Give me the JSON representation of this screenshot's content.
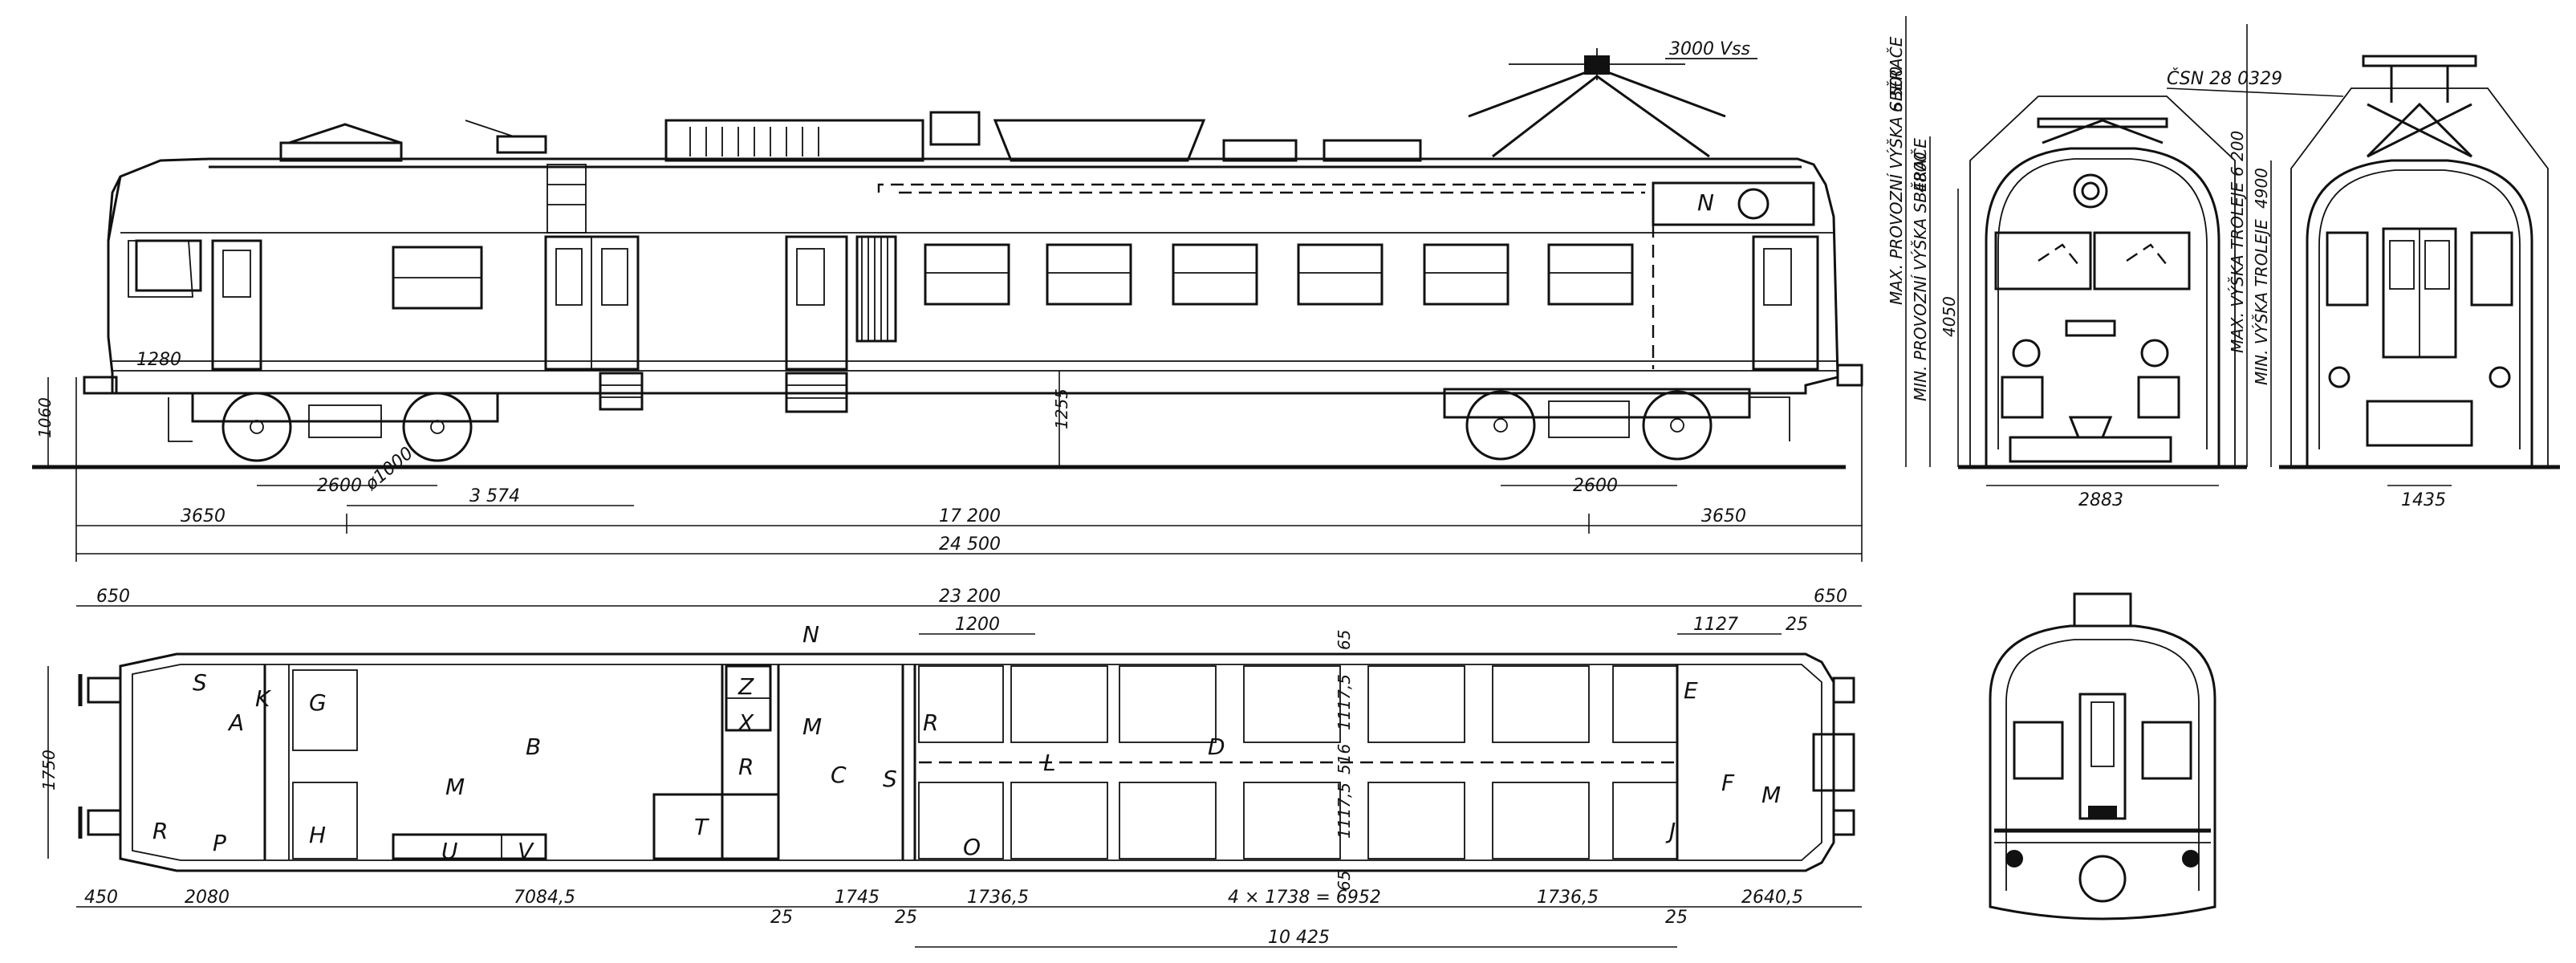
{
  "voltage": "3000 Vss",
  "marking": "N",
  "side_view": {
    "dims": {
      "wheelbase_left": "2600",
      "wheelbase_right": "2600",
      "wheel_dia": "ø1000",
      "offset": "3 574",
      "overhang_left": "3650",
      "overhang_right": "3650",
      "bogie_centres": "17 200",
      "total_length": "24 500",
      "floor_height": "1255",
      "buffer_height": "1060",
      "coupler_height": "1280"
    }
  },
  "front_view": {
    "label_csn": "ČSN 28 0329",
    "label_max_work": "MAX. PROVOZNÍ VÝŠKA SBĚRAČE",
    "label_min_work": "MIN. PROVOZNÍ VÝŠKA SBĚRAČE",
    "dim_6500": "6 500",
    "dim_4800": "4800",
    "dim_4050": "4050",
    "width": "2883"
  },
  "rear_view": {
    "label_max_trolley": "MAX. VÝŠKA TROLEJE",
    "label_min_trolley": "MIN. VÝŠKA TROLEJE",
    "dim_6200": "6 200",
    "dim_4900": "4900",
    "gauge": "1435"
  },
  "plan": {
    "dims": {
      "overall": "23 200",
      "end_left": "650",
      "end_right": "650",
      "width": "1750",
      "bay": "1200",
      "d1127": "1127",
      "d25a": "25",
      "d65a": "65",
      "d11175a": "1117,5",
      "d516": "516",
      "d11175b": "1117,5",
      "d65b": "65",
      "b450": "450",
      "b2080": "2080",
      "b7084": "7084,5",
      "b25a": "25",
      "b1745": "1745",
      "b25b": "25",
      "b17365a": "1736,5",
      "b4x": "4 × 1738 = 6952",
      "b17365b": "1736,5",
      "b25c": "25",
      "b2640": "2640,5",
      "b10425": "10 425"
    },
    "rooms": [
      "A",
      "B",
      "C",
      "D",
      "E",
      "F",
      "G",
      "H",
      "J",
      "K",
      "L",
      "M",
      "M",
      "M",
      "N",
      "O",
      "P",
      "R",
      "R",
      "R",
      "S",
      "S",
      "T",
      "U",
      "V",
      "X",
      "Z"
    ]
  }
}
